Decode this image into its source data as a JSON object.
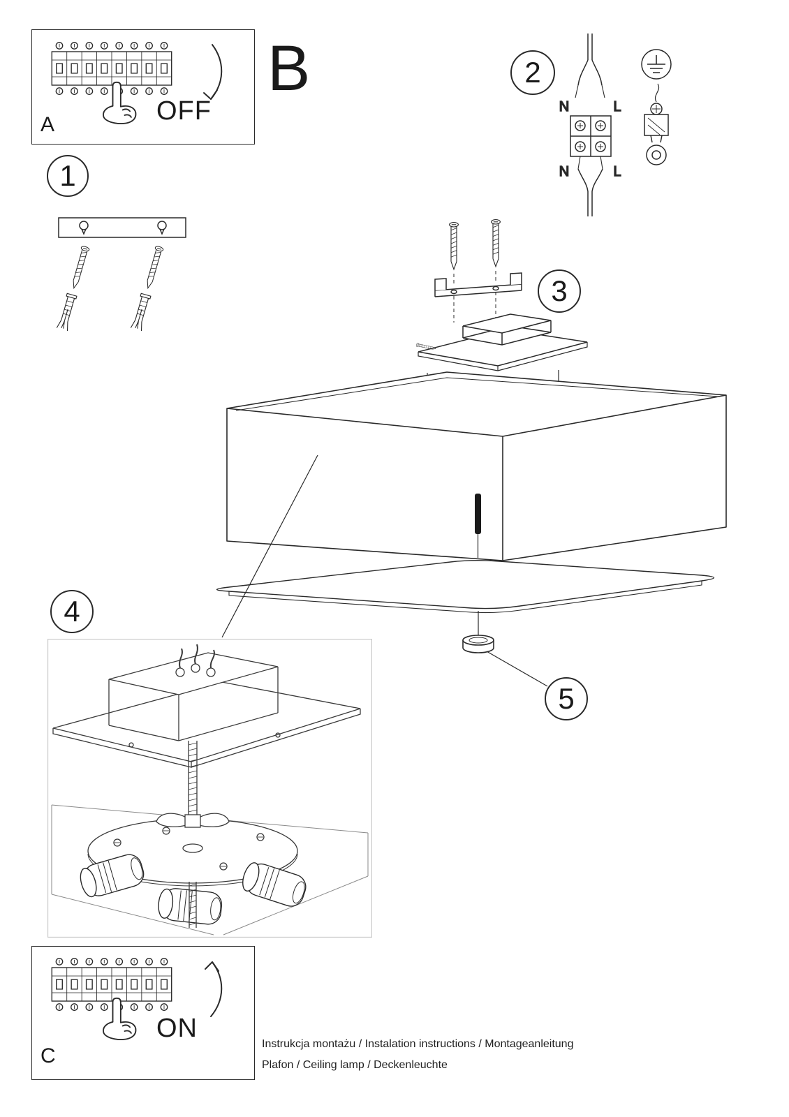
{
  "colors": {
    "ink": "#2a2a2a",
    "paper": "#ffffff"
  },
  "section_b": {
    "label": "B"
  },
  "power_off": {
    "panel_label": "A",
    "state_label": "OFF"
  },
  "power_on": {
    "panel_label": "C",
    "state_label": "ON"
  },
  "badges": {
    "step1": "1",
    "step2": "2",
    "step3": "3",
    "step4": "4",
    "step5": "5"
  },
  "terminals": {
    "top_left": "N",
    "top_right": "L",
    "bottom_left": "N",
    "bottom_right": "L"
  },
  "footer": {
    "line1": "Instrukcja montażu / Instalation instructions / Montageanleitung",
    "line2": "Plafon / Ceiling lamp / Deckenleuchte"
  }
}
